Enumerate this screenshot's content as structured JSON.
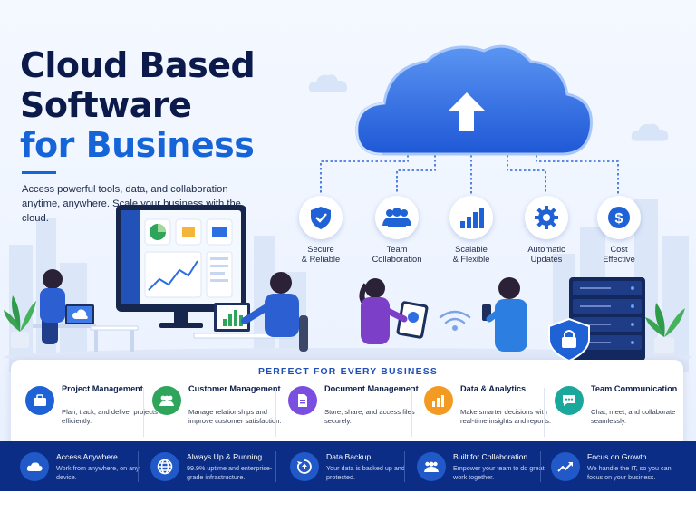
{
  "headline": {
    "line1": "Cloud Based",
    "line2": "Software",
    "line3": "for Business",
    "subtitle": "Access powerful tools, data, and collaboration anytime, anywhere. Scale your business with the cloud."
  },
  "cloud": {
    "icon": "upload-arrow-icon",
    "color": "#2f6fe6"
  },
  "features": [
    {
      "label": "Secure\n& Reliable",
      "line1": "Secure",
      "line2": "& Reliable",
      "icon": "shield-check-icon"
    },
    {
      "label": "Team Collaboration",
      "line1": "Team",
      "line2": "Collaboration",
      "icon": "team-icon"
    },
    {
      "label": "Scalable & Flexible",
      "line1": "Scalable",
      "line2": "& Flexible",
      "icon": "bar-chart-icon"
    },
    {
      "label": "Automatic Updates",
      "line1": "Automatic",
      "line2": "Updates",
      "icon": "gear-icon"
    },
    {
      "label": "Cost Effective",
      "line1": "Cost",
      "line2": "Effective",
      "icon": "dollar-icon"
    }
  ],
  "panel": {
    "heading": "PERFECT FOR EVERY BUSINESS",
    "cards": [
      {
        "title": "Project Management",
        "desc": "Plan, track, and deliver projects efficiently.",
        "icon": "briefcase-icon",
        "color": "#1f62d6"
      },
      {
        "title": "Customer Management",
        "desc": "Manage relationships and improve customer satisfaction.",
        "icon": "people-icon",
        "color": "#2ea55a"
      },
      {
        "title": "Document Management",
        "desc": "Store, share, and access files securely.",
        "icon": "document-icon",
        "color": "#7a4ee0"
      },
      {
        "title": "Data & Analytics",
        "desc": "Make smarter decisions with real-time insights and reports.",
        "icon": "analytics-icon",
        "color": "#f29a21"
      },
      {
        "title": "Team Communication",
        "desc": "Chat, meet, and collaborate seamlessly.",
        "icon": "chat-icon",
        "color": "#1aa89c"
      }
    ]
  },
  "bar": {
    "items": [
      {
        "title": "Access Anywhere",
        "desc": "Work from anywhere, on any device.",
        "icon": "cloud-icon"
      },
      {
        "title": "Always Up & Running",
        "desc": "99.9% uptime and enterprise-grade infrastructure.",
        "icon": "globe-icon"
      },
      {
        "title": "Data Backup",
        "desc": "Your data is backed up and protected.",
        "icon": "backup-icon"
      },
      {
        "title": "Built for Collaboration",
        "desc": "Empower your team to do great work together.",
        "icon": "team-icon"
      },
      {
        "title": "Focus on Growth",
        "desc": "We handle the IT, so you can focus on your business.",
        "icon": "growth-icon"
      }
    ]
  },
  "colors": {
    "navy": "#0b1a4a",
    "accent": "#1565d8",
    "bar": "#0c2d86"
  }
}
